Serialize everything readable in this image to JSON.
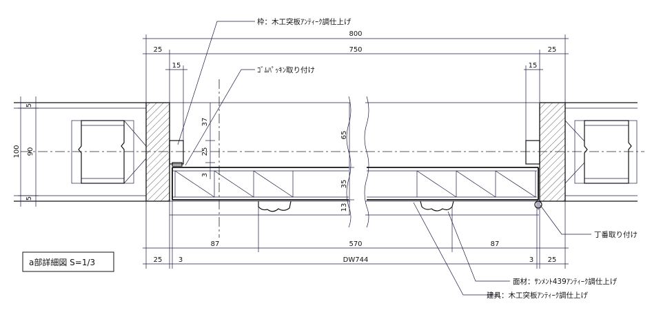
{
  "title_box": {
    "text": "a部詳細図  S=1/3"
  },
  "notes": {
    "frame": "枠：木工突板ｱﾝﾃｨｰｸ調仕上げ",
    "gasket": "ｺﾞﾑﾊﾟｯｷﾝ取り付け",
    "hinge": "丁番取り付け",
    "face": "面材：ｻﾝﾒﾝﾄ439ｱﾝﾃｨｰｸ調仕上げ",
    "door": "建具：木工突板ｱﾝﾃｨｰｸ調仕上げ"
  },
  "dims": {
    "total_800": "800",
    "left_25": "25",
    "mid_750": "750",
    "right_25": "25",
    "left_15": "15",
    "right_15": "15",
    "h_5_top": "5",
    "h_100": "100",
    "h_90": "90",
    "h_5_bot": "5",
    "v_37": "37",
    "v_25": "25",
    "v_3": "3",
    "v_65": "65",
    "v_35": "35",
    "v_13": "13",
    "b_87_left": "87",
    "b_570": "570",
    "b_87_right": "87",
    "b_25_left": "25",
    "b_3_left": "3",
    "b_dw744": "DW744",
    "b_3_right": "3",
    "b_25_right": "25"
  }
}
